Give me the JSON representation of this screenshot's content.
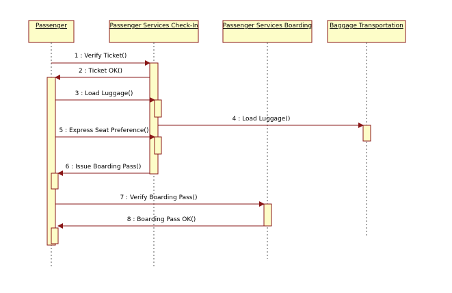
{
  "lifelines": [
    {
      "id": "passenger",
      "label": "Passenger"
    },
    {
      "id": "checkin",
      "label": "Passenger Services Check-In"
    },
    {
      "id": "boarding",
      "label": "Passenger Services Boarding"
    },
    {
      "id": "baggage",
      "label": "Baggage Transportation"
    }
  ],
  "messages": [
    {
      "label": "1 : Verify Ticket()",
      "from": "passenger",
      "to": "checkin"
    },
    {
      "label": "2 : Ticket OK()",
      "from": "checkin",
      "to": "passenger"
    },
    {
      "label": "3 : Load Luggage()",
      "from": "passenger",
      "to": "checkin"
    },
    {
      "label": "4 : Load Luggage()",
      "from": "checkin",
      "to": "baggage"
    },
    {
      "label": "5 : Express Seat Preference()",
      "from": "passenger",
      "to": "checkin"
    },
    {
      "label": "6 : Issue Boarding Pass()",
      "from": "checkin",
      "to": "passenger"
    },
    {
      "label": "7 : Verify Boarding Pass()",
      "from": "passenger",
      "to": "boarding"
    },
    {
      "label": "8 : Boarding Pass OK()",
      "from": "boarding",
      "to": "passenger"
    }
  ]
}
